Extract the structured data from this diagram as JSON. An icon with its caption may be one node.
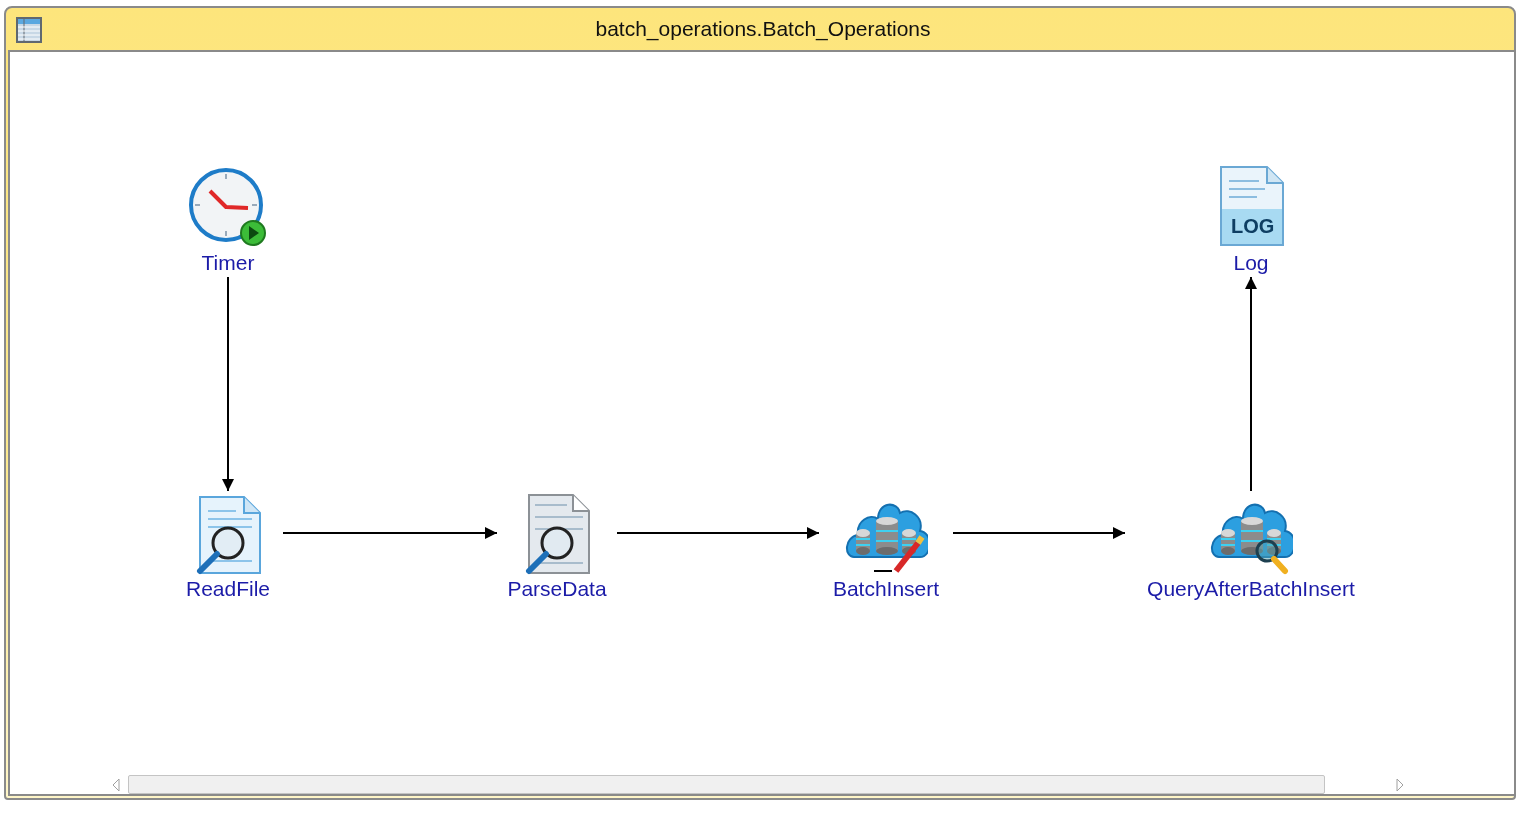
{
  "diagram": {
    "title": "batch_operations.Batch_Operations",
    "nodes": [
      {
        "text": [
          "Timer"
        ]
      },
      {
        "text": [
          "ReadFile"
        ]
      },
      {
        "text": [
          "ParseData"
        ]
      },
      {
        "text": [
          "BatchInsert"
        ]
      },
      {
        "text": [
          "QueryAfterBatchInsert"
        ]
      },
      {
        "text": [
          "Log"
        ]
      }
    ],
    "edges": [
      {
        "from": 0,
        "to": 1,
        "arrow": "to"
      },
      {
        "from": 1,
        "to": 2,
        "arrow": "to"
      },
      {
        "from": 2,
        "to": 3,
        "arrow": "to"
      },
      {
        "from": 3,
        "to": 4,
        "arrow": "to"
      },
      {
        "from": 4,
        "to": 5,
        "arrow": "to"
      }
    ],
    "labels": [
      "LOG"
    ]
  }
}
